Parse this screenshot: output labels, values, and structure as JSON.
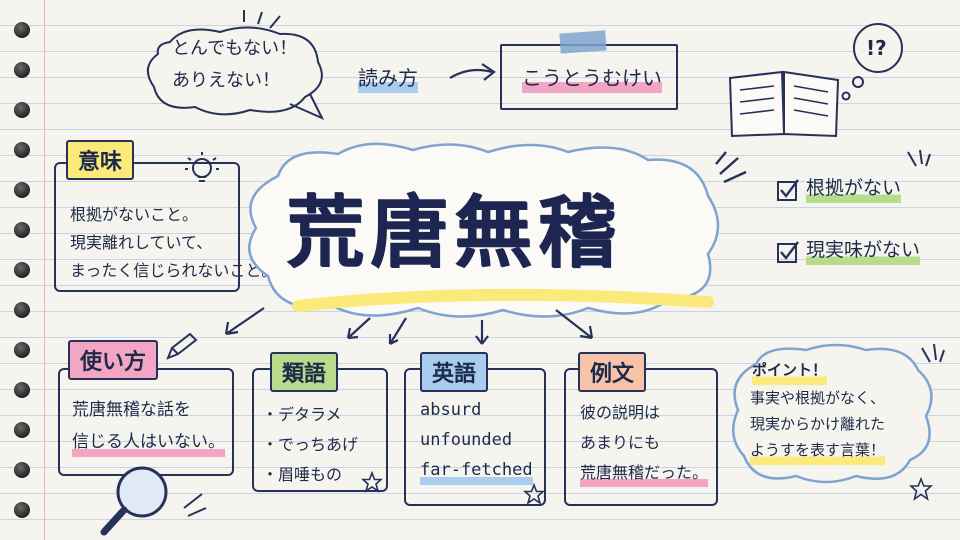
{
  "bubble_top": {
    "line1": "とんでもない！",
    "line2": "ありえない！"
  },
  "reading": {
    "label": "読み方",
    "value": "こうとうむけい"
  },
  "think_bubble": {
    "text": "!?"
  },
  "main_title": "荒唐無稽",
  "meaning": {
    "tag": "意味",
    "lines": [
      "根拠がないこと。",
      "現実離れしていて、",
      "まったく信じられないこと。"
    ]
  },
  "checklist": {
    "items": [
      "根拠がない",
      "現実味がない"
    ]
  },
  "usage": {
    "tag": "使い方",
    "lines": [
      "荒唐無稽な話を",
      "信じる人はいない。"
    ]
  },
  "synonyms": {
    "tag": "類語",
    "items": [
      "・デタラメ",
      "・でっちあげ",
      "・眉唾もの"
    ]
  },
  "english": {
    "tag": "英語",
    "items": [
      "absurd",
      "unfounded",
      "far-fetched"
    ]
  },
  "example": {
    "tag": "例文",
    "lines": [
      "彼の説明は",
      "あまりにも",
      "荒唐無稽だった。"
    ]
  },
  "point": {
    "lines": [
      "ポイント！",
      "事実や根拠がなく、",
      "現実からかけ離れた",
      "ようすを表す言葉！"
    ]
  },
  "colors": {
    "yellow": "#fbe97a",
    "pink": "#f3a5c4",
    "blue": "#a9cdef",
    "green": "#b7dc8c",
    "ink": "#1e2a4a"
  }
}
